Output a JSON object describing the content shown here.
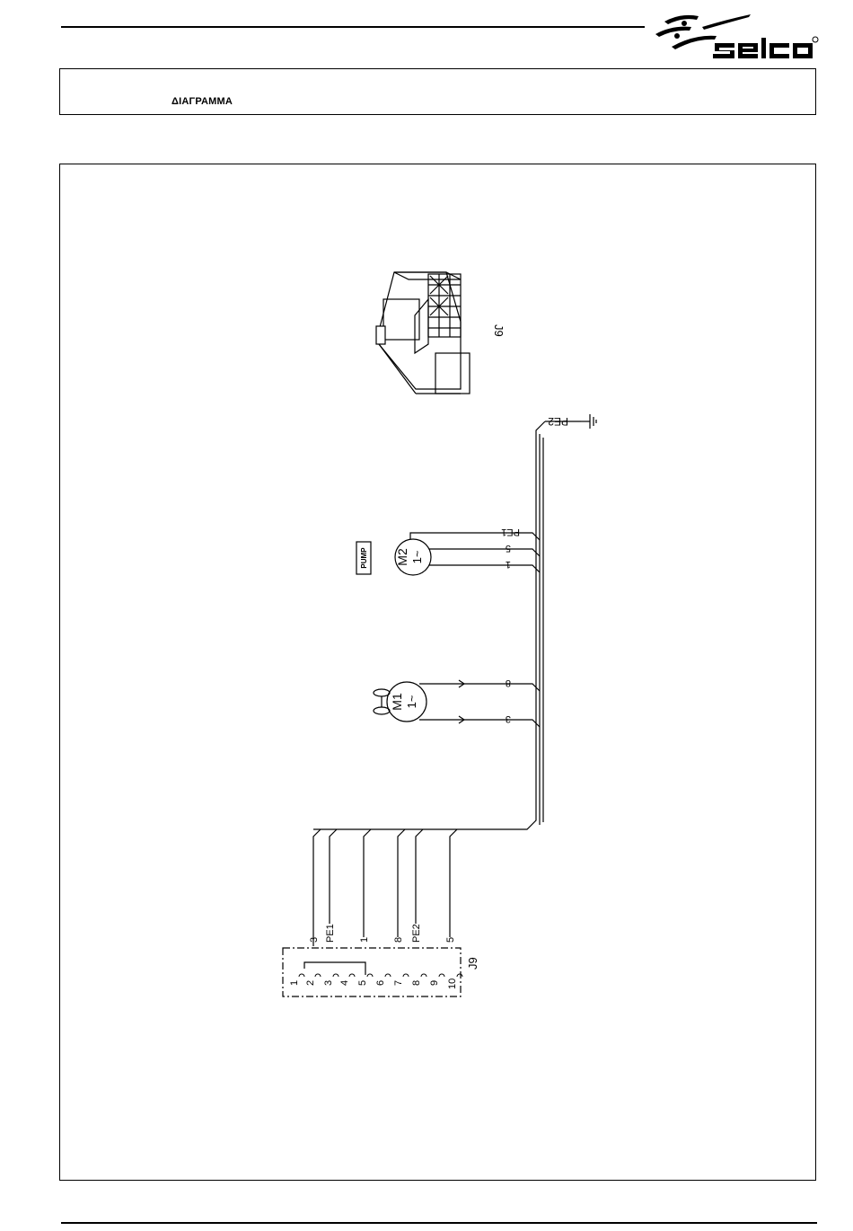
{
  "brand": {
    "name": "selco"
  },
  "header": {
    "title": "ΔΙΑΓΡΑΜΜΑ"
  },
  "diagram": {
    "connector_label": "J9",
    "ground_label": "PE2",
    "pump": {
      "motor": "M2",
      "phase": "1~",
      "device": "PUMP",
      "wires": [
        "PE1",
        "5",
        "1"
      ]
    },
    "fan": {
      "motor": "M1",
      "phase": "1~",
      "wires": [
        "8",
        "3"
      ]
    },
    "harness_wires": [
      "3",
      "PE1",
      "1",
      "8",
      "PE2",
      "5"
    ],
    "pins": [
      "1",
      "2",
      "3",
      "4",
      "5",
      "6",
      "7",
      "8",
      "9",
      "10"
    ]
  }
}
